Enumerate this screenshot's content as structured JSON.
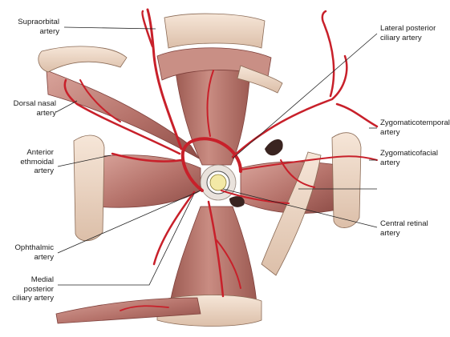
{
  "figure": {
    "structure_labels": [
      {
        "id": "supraorbital",
        "text": "Supraorbital\nartery"
      },
      {
        "id": "dorsal-nasal",
        "text": "Dorsal nasal\nartery"
      },
      {
        "id": "anterior-ethmoidal",
        "text": "Anterior\nethmoidal\nartery"
      },
      {
        "id": "ophthalmic",
        "text": "Ophthalmic\nartery"
      },
      {
        "id": "medial-posterior-ciliary",
        "text": "Medial posterior\nciliary artery"
      },
      {
        "id": "lateral-posterior-ciliary",
        "text": "Lateral posterior\nciliary artery"
      },
      {
        "id": "zygomaticotemporal",
        "text": "Zygomaticotemporal\nartery"
      },
      {
        "id": "zygomaticofacial",
        "text": "Zygomaticofacial\nartery"
      },
      {
        "id": "central-retinal",
        "text": "Central retinal\nartery"
      }
    ]
  },
  "colors": {
    "muscle": "#b5726a",
    "muscle_light": "#d9a49b",
    "muscle_dark": "#8e4d47",
    "tendon": "#efd9c9",
    "artery": "#c8202a",
    "nerve": "#f3e9a6",
    "leader_line": "#222222"
  }
}
